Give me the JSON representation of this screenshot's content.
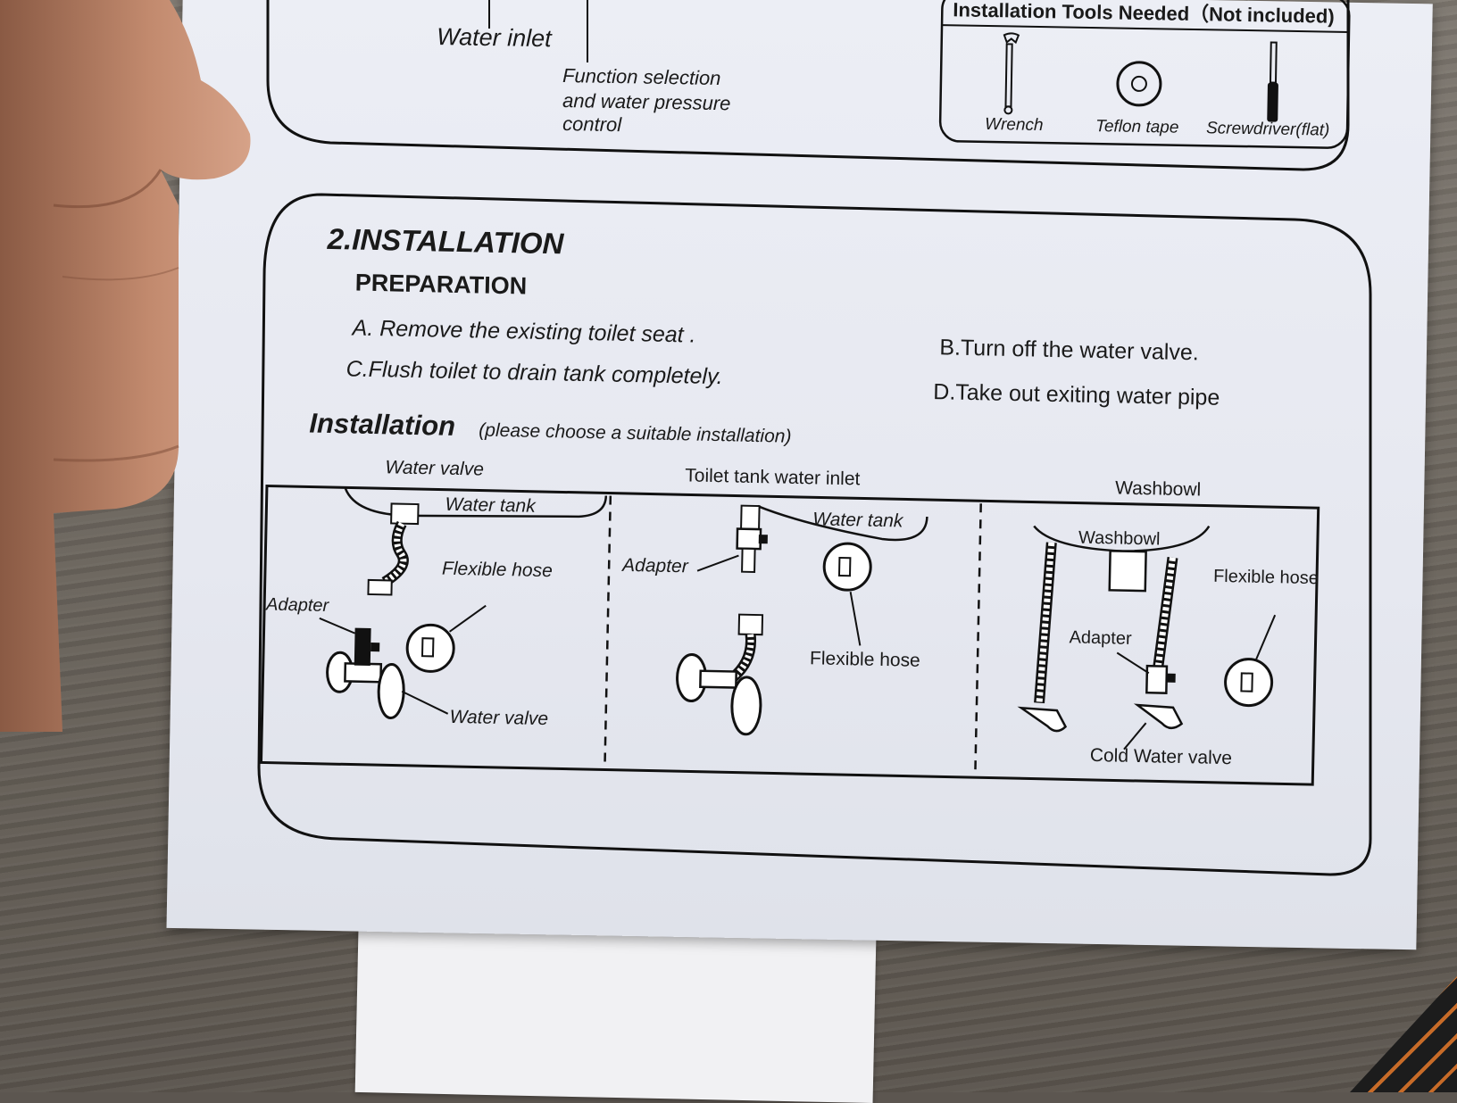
{
  "top_section": {
    "water_inlet_label": "Water inlet",
    "function_selection_line1": "Function selection",
    "function_selection_line2": "and water pressure",
    "function_selection_line3": "control"
  },
  "tools": {
    "title": "Installation Tools Needed（Not included)",
    "items": [
      {
        "label": "Wrench",
        "icon": "wrench-icon"
      },
      {
        "label": "Teflon tape",
        "icon": "tape-icon"
      },
      {
        "label": "Screwdriver(flat)",
        "icon": "screwdriver-icon"
      }
    ]
  },
  "installation": {
    "section_title": "2.INSTALLATION",
    "prep_title": "PREPARATION",
    "steps": {
      "a": "A. Remove the existing toilet seat .",
      "b": "B.Turn off the water valve.",
      "c": "C.Flush toilet to drain tank completely.",
      "d": "D.Take out exiting water pipe"
    },
    "heading": "Installation",
    "heading_note": "(please choose a suitable installation)",
    "options": [
      {
        "title": "Water valve",
        "labels": {
          "tank": "Water tank",
          "hose": "Flexible hose",
          "adapter": "Adapter",
          "valve": "Water valve"
        }
      },
      {
        "title": "Toilet tank water inlet",
        "labels": {
          "tank": "Water tank",
          "adapter": "Adapter",
          "hose": "Flexible hose"
        }
      },
      {
        "title": "Washbowl",
        "labels": {
          "bowl": "Washbowl",
          "hose": "Flexible hose",
          "adapter": "Adapter",
          "valve": "Cold  Water valve"
        }
      }
    ]
  }
}
